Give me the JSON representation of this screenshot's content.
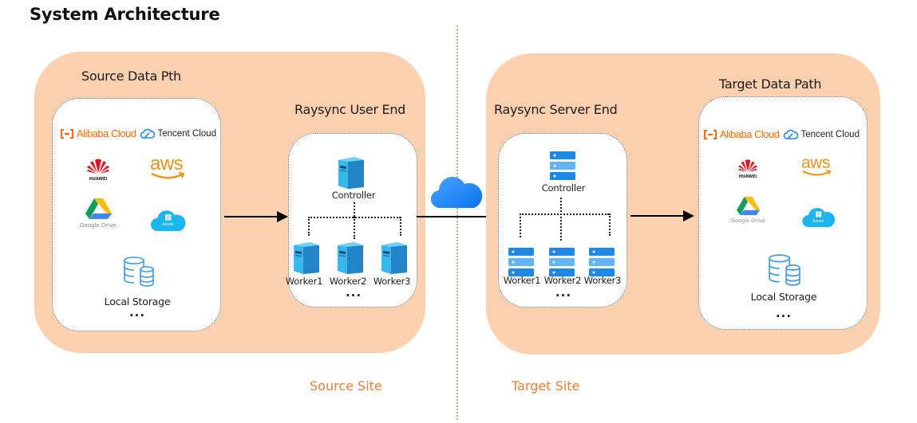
{
  "title": "System Architecture",
  "colors": {
    "site_background": "#fdd0b0",
    "site_label": "#ed7d31",
    "divider": "#f0a060",
    "alibaba": "#ff6a00",
    "server_blue": "#2e9fd9",
    "rack_blue": "#1e88e5",
    "cloud_blue": "#2f8ff5"
  },
  "source_site": {
    "label": "Source Site",
    "data_path": {
      "title": "Source Data Pth",
      "providers": {
        "alibaba": "Alibaba Cloud",
        "tencent": "Tencent Cloud",
        "huawei": "HUAWEI",
        "aws": "aws",
        "google_drive": "Google Drive",
        "azure": "Azure"
      },
      "local_storage": "Local Storage",
      "more": "..."
    },
    "user_end": {
      "title": "Raysync User End",
      "controller": "Controller",
      "workers": [
        "Worker1",
        "Worker2",
        "Worker3"
      ],
      "more": "..."
    }
  },
  "target_site": {
    "label": "Target Site",
    "server_end": {
      "title": "Raysync Server End",
      "controller": "Controller",
      "workers": [
        "Worker1",
        "Worker2",
        "Worker3"
      ],
      "more": "..."
    },
    "data_path": {
      "title": "Target Data Path",
      "providers": {
        "alibaba": "Alibaba Cloud",
        "tencent": "Tencent Cloud",
        "huawei": "HUAWEI",
        "aws": "aws",
        "google_drive": "Google Drive",
        "azure": "Azure"
      },
      "local_storage": "Local Storage",
      "more": "..."
    }
  },
  "icons": {
    "network": "cloud-icon",
    "user_end_nodes": "tower-server-icon",
    "server_end_nodes": "rack-server-icon",
    "storage": "database-icon"
  }
}
